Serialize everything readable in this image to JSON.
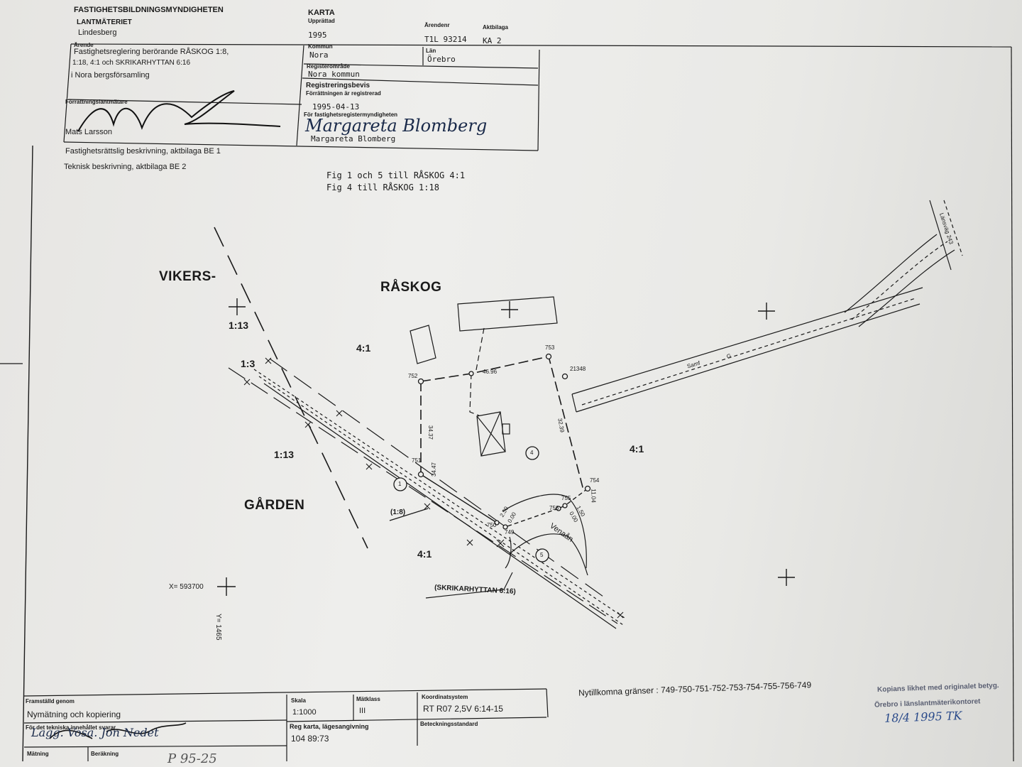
{
  "header": {
    "authority": "FASTIGHETSBILDNINGSMYNDIGHETEN",
    "office": "LANTMÄTERIET",
    "office_town": "Lindesberg",
    "map_title": "KARTA",
    "upprattad_label": "Upprättad",
    "year": "1995",
    "arendenr_label": "Ärendenr",
    "arendenr": "T1L 93214",
    "aktbilaga_label": "Aktbilaga",
    "aktbilaga": "KA 2",
    "arende_label": "Ärende",
    "arende_line1": "Fastighetsreglering berörande RÅSKOG 1:8,",
    "arende_line2": "1:18, 4:1 och SKRIKARHYTTAN 6:16",
    "arende_line3": "i Nora bergsförsamling",
    "kommun_label": "Kommun",
    "kommun": "Nora",
    "lan_label": "Län",
    "lan": "Örebro",
    "regomrade_label": "Registerområde",
    "regomrade": "Nora kommun",
    "regbevis_label": "Registreringsbevis",
    "regbevis_sub": "Förrättningen är registrerad",
    "reg_date": "1995-04-13",
    "for_myndighet": "För fastighetsregistermyndigheten",
    "signature_reg": "Margareta Blomberg",
    "registrar_name": "Margareta Blomberg",
    "forr_label": "Förrättningslantmätare",
    "surveyor": "Mats Larsson",
    "be1": "Fastighetsrättslig beskrivning, aktbilaga  BE 1",
    "be2": "Teknisk beskrivning, aktbilaga  BE 2"
  },
  "notes": {
    "fig1": "Fig 1 och 5 till RÅSKOG 4:1",
    "fig2": "Fig 4 till RÅSKOG 1:18"
  },
  "map": {
    "vikers": "VIKERS-",
    "garden": "GÅRDEN",
    "raskog": "RÅSKOG",
    "area_4_1_a": "4:1",
    "area_4_1_b": "4:1",
    "area_4_1_c": "4:1",
    "area_1_13_a": "1:13",
    "area_1_13_b": "1:13",
    "area_1_3": "1:3",
    "area_1_8": "(1:8)",
    "skrikarhyttan": "(SKRIKARHYTTAN 6:16)",
    "venaan": "Venaån",
    "lansvag": "Länsväg 243",
    "samf": "Samf",
    "road_mark": "G",
    "fig_1": "1",
    "fig_4": "4",
    "fig_5": "5",
    "x_coord": "X= 593700",
    "y_coord": "Y= 1465",
    "pt_749": "749",
    "pt_750": "750",
    "pt_751": "751",
    "pt_752": "752",
    "pt_753": "753",
    "pt_754": "754",
    "pt_755": "755",
    "pt_756": "756",
    "pt_21348": "21348",
    "d_4696": "46.96",
    "d_3437": "34.37",
    "d_3447": "34.47",
    "d_3239": "32.39",
    "d_1104": "11.04",
    "d_250": "2.50",
    "d_000a": "0.00",
    "d_150": "1.50",
    "d_000b": "0.00"
  },
  "footer": {
    "nytillkomna": "Nytillkomna gränser :   749-750-751-752-753-754-755-756-749",
    "framstalld_label": "Framställd genom",
    "framstalld": "Nymätning och kopiering",
    "tekniska_label": "För det tekniska innehållet svarar",
    "matning_label": "Mätning",
    "berakning_label": "Beräkning",
    "skala_label": "Skala",
    "skala": "1:1000",
    "matklass_label": "Mätklass",
    "matklass": "III",
    "koord_label": "Koordinatsystem",
    "koord": "RT R07  2,5V  6:14-15",
    "regkarta_label": "Reg karta, lägesangivning",
    "regkarta": "104 89:73",
    "beteckning_label": "Beteckningsstandard",
    "stamp1": "Kopians likhet med originalet betyg.",
    "stamp2": "Örebro i länslantmäterikontoret",
    "stamp_date": "18/4 1995 TK",
    "handwritten_sig": "Lagg. Vosa. Jon Nedet",
    "scribble": "P 95-25"
  },
  "colors": {
    "ink": "#1a1a1a",
    "paper": "#eaeae7",
    "background": "#6b5a44",
    "pen": "#1a2a4a"
  }
}
